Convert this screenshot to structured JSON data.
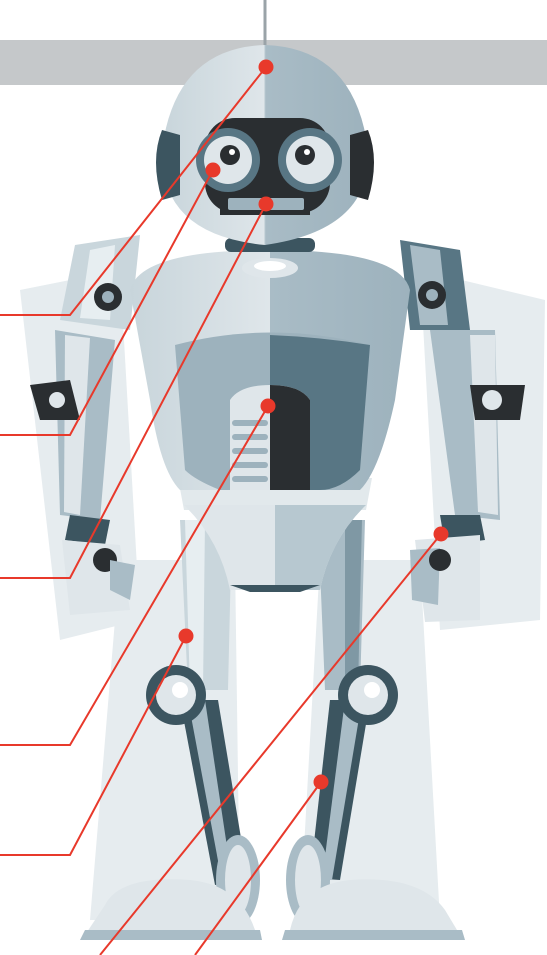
{
  "diagram": {
    "subject": "robot",
    "background_color": "#ffffff",
    "header_bar_color": "#c5c8ca",
    "callout_color": "#e8392b",
    "palette": {
      "light": "#dfe6ea",
      "mid": "#a9bcc6",
      "dark": "#587684",
      "darker": "#3c5560",
      "shadow": "#d9e2e5",
      "black": "#2a2e31"
    },
    "callouts": [
      {
        "target": "head-top"
      },
      {
        "target": "left-eye"
      },
      {
        "target": "mouth"
      },
      {
        "target": "chest-core"
      },
      {
        "target": "left-thigh"
      },
      {
        "target": "right-hand"
      },
      {
        "target": "right-shin"
      }
    ]
  }
}
